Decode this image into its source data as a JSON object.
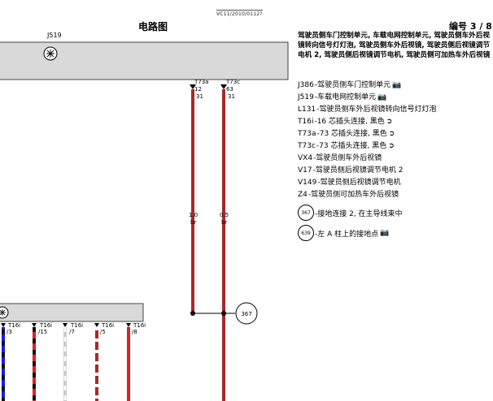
{
  "header": {
    "title": "电路图",
    "doc_id": "VC11/2010/0112?",
    "page_label": "编号 3 / 8"
  },
  "description": "驾驶员侧车门控制单元, 车载电网控制单元, 驾驶员侧车外后视镜转向信号灯灯泡, 驾驶员侧车外后视镜, 驾驶员侧后视镜调节电机 2, 驾驶员侧后视镜调节电机, 驾驶员侧可加热车外后视镜",
  "legend": [
    {
      "code": "J386",
      "text": "-驾驶员侧车门控制单元",
      "icon": "camera-icon"
    },
    {
      "code": "J519",
      "text": "-车载电网控制单元",
      "icon": "camera-icon"
    },
    {
      "code": "L131",
      "text": "-驾驶员侧车外后视镜转向信号灯灯泡",
      "icon": ""
    },
    {
      "code": "T16i",
      "text": "-16 芯插头连接, 黑色",
      "icon": "connector-icon"
    },
    {
      "code": "T73a",
      "text": "-73 芯插头连接, 黑色",
      "icon": "connector-icon"
    },
    {
      "code": "T73c",
      "text": "-73 芯插头连接, 黑色",
      "icon": "connector-icon"
    },
    {
      "code": "VX4",
      "text": "-驾驶员侧车外后视镜",
      "icon": ""
    },
    {
      "code": "V17",
      "text": "-驾驶员侧后视镜调节电机 2",
      "icon": ""
    },
    {
      "code": "V149",
      "text": "-驾驶员侧后视镜调节电机",
      "icon": ""
    },
    {
      "code": "Z4",
      "text": "-驾驶员侧可加热车外后视镜",
      "icon": ""
    }
  ],
  "ground_points": [
    {
      "id": "367",
      "text": "-接地连接 2, 在主导线束中",
      "icon": ""
    },
    {
      "id": "639",
      "text": "-左 A 柱上的接地点",
      "icon": "camera-icon"
    }
  ],
  "diagram": {
    "module_label": "J519",
    "connectors": [
      {
        "name": "T73a",
        "pin": "12",
        "wire": "31",
        "size": "1.0",
        "color_code": "br"
      },
      {
        "name": "T73c",
        "pin": "63",
        "wire": "31",
        "size": "0.5",
        "color_code": "br"
      }
    ],
    "ground_marker": "367",
    "bottom_pins": [
      {
        "name": "T16i",
        "pin": "/3"
      },
      {
        "name": "T16i",
        "pin": "/15"
      },
      {
        "name": "T16i",
        "pin": "/7"
      },
      {
        "name": "T16i",
        "pin": "/5"
      },
      {
        "name": "T16i",
        "pin": "/8"
      }
    ],
    "colors": {
      "wire_brown": "#a52a2a",
      "wire_red": "#e41e1e",
      "wire_blue": "#1a1ae6",
      "module_fill": "#d9d9d9",
      "wire_black": "#111111"
    }
  }
}
